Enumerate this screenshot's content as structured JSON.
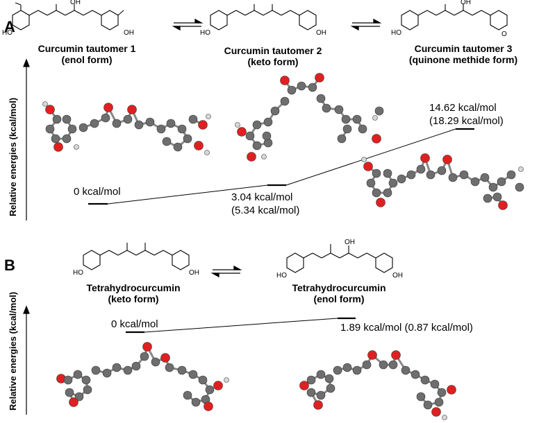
{
  "panel_a": {
    "letter": "A",
    "y_axis_label": "Relative energies (kcal/mol)",
    "tautomers": [
      {
        "name": "Curcumin tautomer 1",
        "form": "(enol form)"
      },
      {
        "name": "Curcumin tautomer 2",
        "form": "(keto form)"
      },
      {
        "name": "Curcumin tautomer 3",
        "form": "(quinone methide form)"
      }
    ],
    "energies": [
      {
        "value": "0 kcal/mol",
        "alt": ""
      },
      {
        "value": "3.04 kcal/mol",
        "alt": "(5.34 kcal/mol)"
      },
      {
        "value": "14.62 kcal/mol",
        "alt": "(18.29 kcal/mol)"
      }
    ]
  },
  "panel_b": {
    "letter": "B",
    "y_axis_label": "Relative energies (kcal/mol)",
    "tautomers": [
      {
        "name": "Tetrahydrocurcumin",
        "form": "(keto form)"
      },
      {
        "name": "Tetrahydrocurcumin",
        "form": "(enol form)"
      }
    ],
    "energies": [
      {
        "value": "0 kcal/mol"
      },
      {
        "value": "1.89 kcal/mol (0.87 kcal/mol)"
      }
    ]
  },
  "structure_atoms": {
    "oh": "OH",
    "ho": "HO",
    "o": "O"
  },
  "colors": {
    "carbon": "#6e6e6e",
    "oxygen": "#e02020",
    "hydrogen": "#d8d8d8",
    "line": "#000000"
  }
}
